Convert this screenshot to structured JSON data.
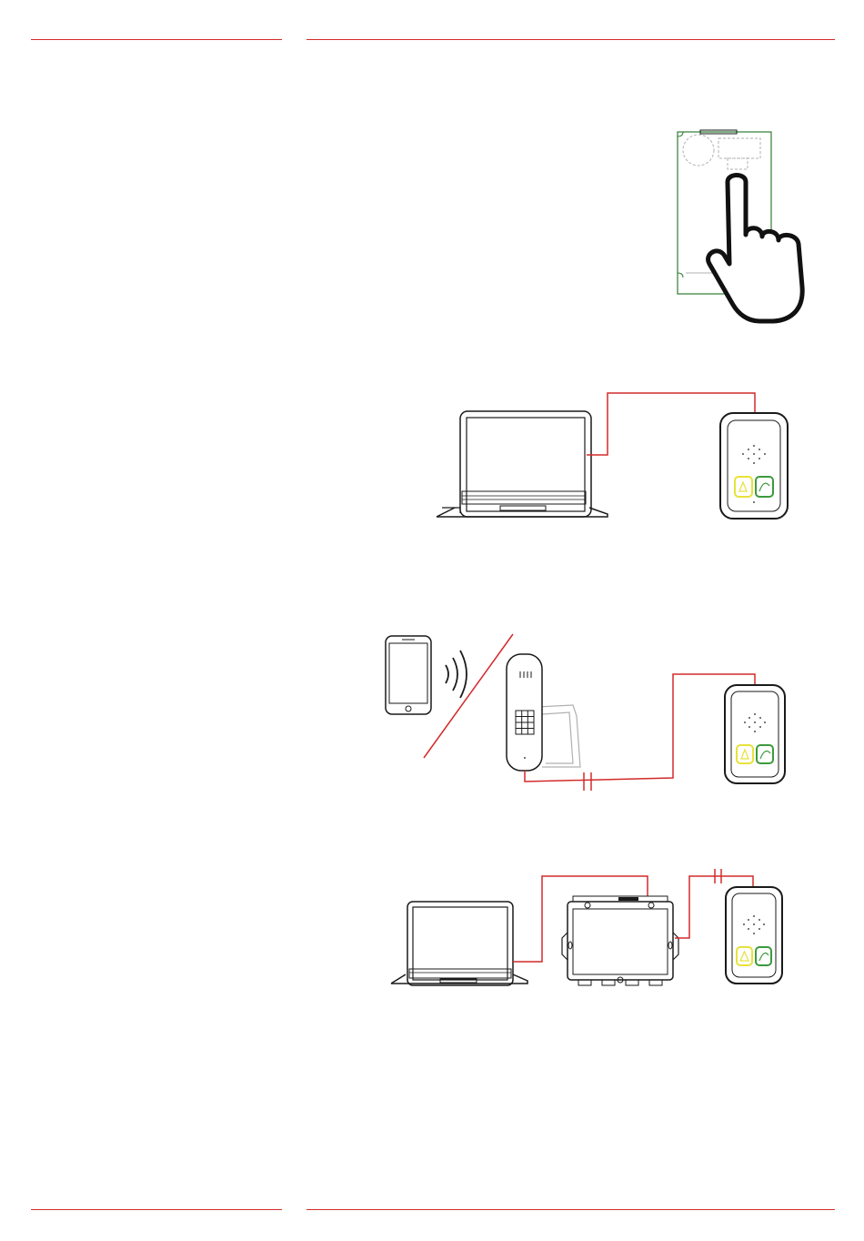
{
  "colors": {
    "accent": "#d42a2a",
    "line": "#1a1a1a",
    "yellow_button": "#e8e23a",
    "green_button": "#3c9a3c",
    "board_outline": "#2e7d32",
    "ghost": "#b0b0b0"
  },
  "figures": [
    {
      "name": "figure-touch-pcb",
      "icons": [
        "pcb-board-icon",
        "pointing-hand-icon"
      ]
    },
    {
      "name": "figure-laptop-cable",
      "icons": [
        "laptop-icon",
        "intercom-panel-icon"
      ]
    },
    {
      "name": "figure-phone-handset",
      "icons": [
        "smartphone-icon",
        "wireless-signal-icon",
        "handset-icon",
        "intercom-panel-icon"
      ]
    },
    {
      "name": "figure-laptop-controller",
      "icons": [
        "laptop-icon",
        "controller-unit-icon",
        "intercom-panel-icon"
      ]
    }
  ]
}
